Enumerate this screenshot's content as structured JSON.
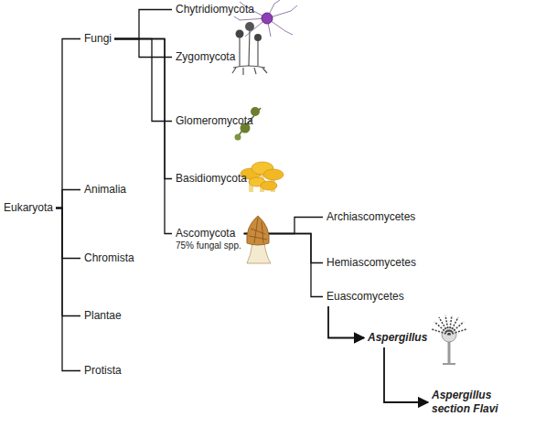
{
  "diagram": {
    "nodes": [
      {
        "text": [
          "Eukaryota"
        ]
      },
      {
        "text": [
          "Fungi"
        ]
      },
      {
        "text": [
          "Animalia"
        ]
      },
      {
        "text": [
          "Chromista"
        ]
      },
      {
        "text": [
          "Plantae"
        ]
      },
      {
        "text": [
          "Protista"
        ]
      },
      {
        "text": [
          "Chytridiomycota"
        ]
      },
      {
        "text": [
          "Zygomycota"
        ]
      },
      {
        "text": [
          "Glomeromycota"
        ]
      },
      {
        "text": [
          "Basidiomycota"
        ]
      },
      {
        "text": [
          "Ascomycota",
          "75% fungal spp."
        ]
      },
      {
        "text": [
          "Archiascomycetes"
        ]
      },
      {
        "text": [
          "Hemiascomycetes"
        ]
      },
      {
        "text": [
          "Euascomycetes"
        ]
      },
      {
        "text": [
          "Aspergillus"
        ]
      },
      {
        "text": [
          "Aspergillus section Flavi"
        ]
      }
    ],
    "edges": [
      {
        "from": 0,
        "to": 1,
        "arrow": "none"
      },
      {
        "from": 0,
        "to": 2,
        "arrow": "none"
      },
      {
        "from": 0,
        "to": 3,
        "arrow": "none"
      },
      {
        "from": 0,
        "to": 4,
        "arrow": "none"
      },
      {
        "from": 0,
        "to": 5,
        "arrow": "none"
      },
      {
        "from": 1,
        "to": 6,
        "arrow": "none"
      },
      {
        "from": 1,
        "to": 7,
        "arrow": "none"
      },
      {
        "from": 1,
        "to": 8,
        "arrow": "none"
      },
      {
        "from": 1,
        "to": 9,
        "arrow": "none"
      },
      {
        "from": 1,
        "to": 10,
        "arrow": "none"
      },
      {
        "from": 10,
        "to": 11,
        "arrow": "none"
      },
      {
        "from": 10,
        "to": 12,
        "arrow": "none"
      },
      {
        "from": 10,
        "to": 13,
        "arrow": "none"
      },
      {
        "from": 13,
        "to": 14,
        "arrow": "to"
      },
      {
        "from": 14,
        "to": 15,
        "arrow": "to"
      }
    ]
  }
}
